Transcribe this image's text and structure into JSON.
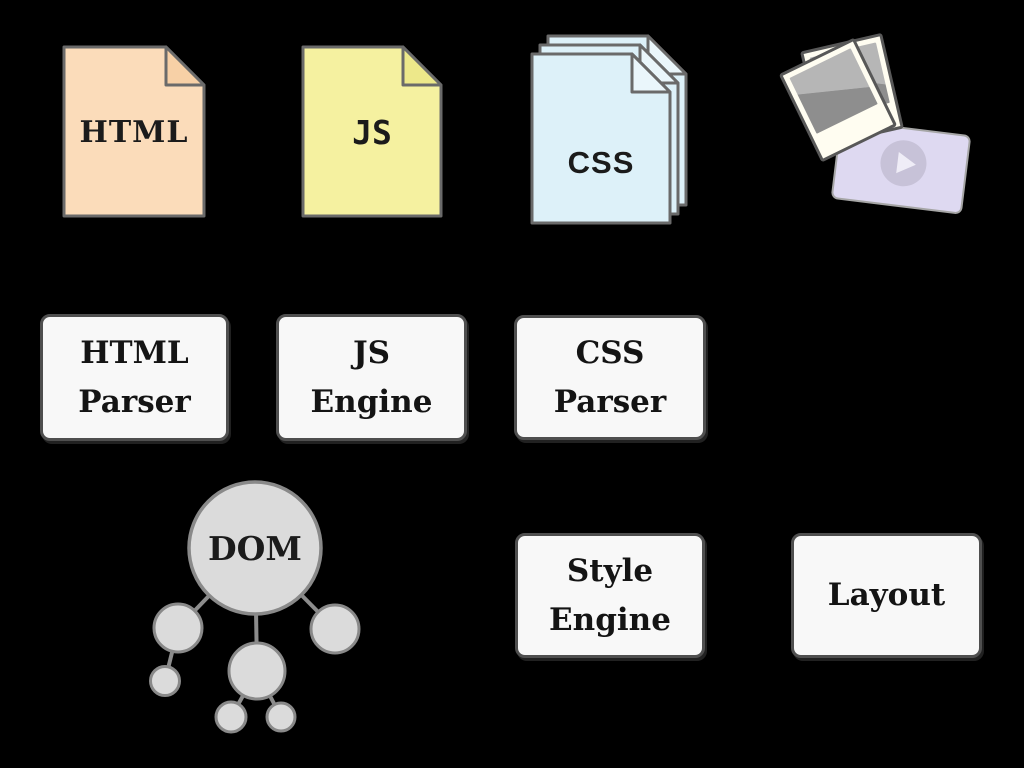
{
  "diagram_title": "browser rendering pipeline (no visible title in image)",
  "palette": {
    "background": "#000000",
    "html_doc_fill": "#FBDCBA",
    "html_doc_fold": "#F7D0A6",
    "js_doc_fill": "#F5F1A0",
    "js_doc_fold": "#EDE88A",
    "css_doc_fill": "#DDF1F9",
    "css_doc_fold": "#EAF6FB",
    "doc_border": "#6A6A6A",
    "box_fill": "#F8F8F8",
    "box_border": "#4F4F4F",
    "dom_node_fill": "#DBDBDB",
    "dom_node_border": "#898989",
    "video_card_fill": "#DED9F1",
    "play_button_fill": "#C7C2D8",
    "polaroid_frame_fill": "#FFFDF1",
    "photo_light_gray": "#B6B6B6",
    "photo_dark_gray": "#8E8E8E",
    "text_color": "#1B1B1B"
  },
  "sources": {
    "html_doc": {
      "label": "HTML"
    },
    "js_doc": {
      "label": "JS"
    },
    "css_doc": {
      "label": "CSS"
    },
    "media": {
      "photos_icon": "photo-stack-icon",
      "video_icon": "video-play-icon"
    }
  },
  "processors": {
    "html_parser": {
      "label": "HTML\nParser"
    },
    "js_engine": {
      "label": "JS\nEngine"
    },
    "css_parser": {
      "label": "CSS\nParser"
    },
    "style_engine": {
      "label": "Style\nEngine"
    },
    "layout": {
      "label": "Layout"
    }
  },
  "dom_tree": {
    "root_label": "DOM",
    "child_count": 3,
    "grandchild_count": 3
  }
}
